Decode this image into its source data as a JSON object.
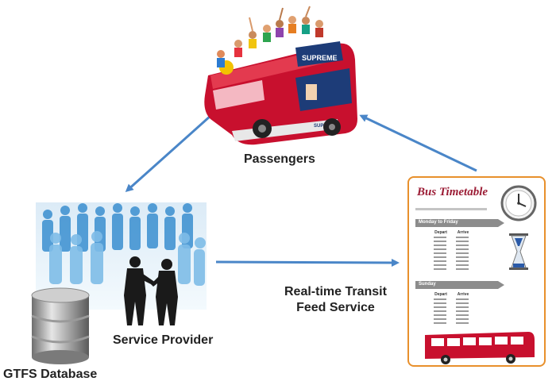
{
  "nodes": {
    "passengers": "Passengers",
    "service_provider": "Service Provider",
    "gtfs_database": "GTFS Database",
    "feed_service_line1": "Real-time Transit",
    "feed_service_line2": "Feed Service"
  },
  "bus_sign": "SUPREME",
  "bus_side_text": "SUPREME",
  "timetable": {
    "title": "Bus Timetable",
    "section1": "Monday to Friday",
    "section2": "Sunday",
    "col_depart": "Depart",
    "col_arrive": "Arrive"
  },
  "colors": {
    "arrow": "#4a86c8",
    "timetable_border": "#e8902c",
    "timetable_title": "#9c1d36",
    "bus_red": "#c8102e"
  },
  "icons": [
    "tourist-bus-image",
    "crowd-handshake-image",
    "database-icon",
    "clock-icon",
    "hourglass-icon",
    "bus-icon"
  ]
}
